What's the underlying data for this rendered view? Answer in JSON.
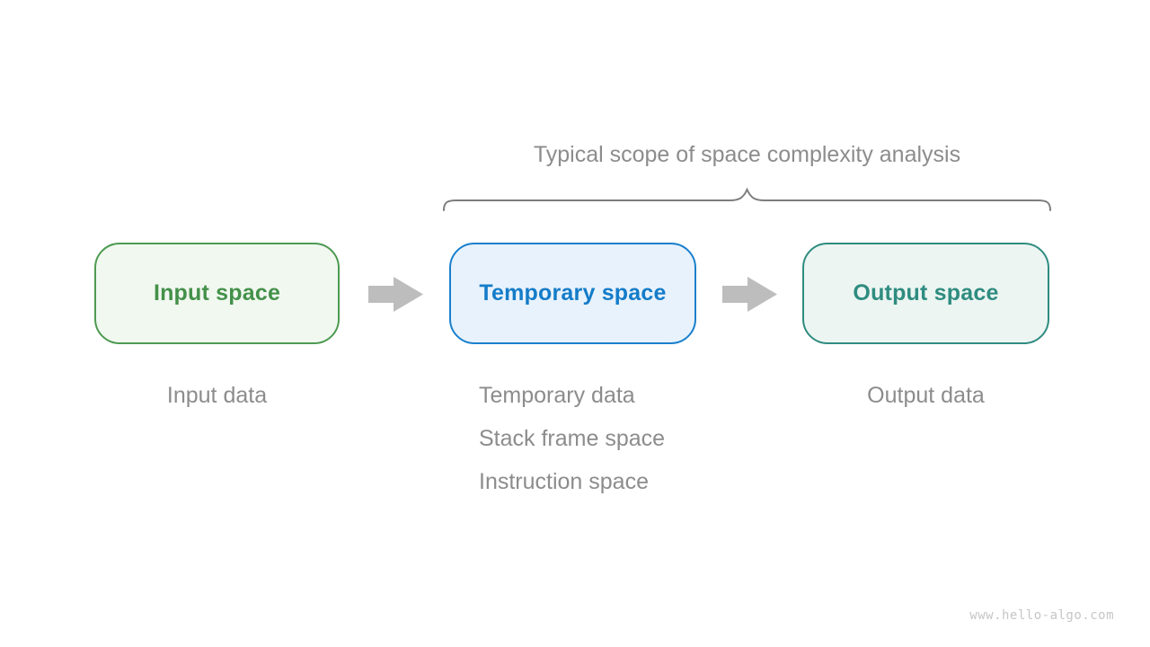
{
  "diagram": {
    "title": "Typical scope of space complexity analysis",
    "boxes": {
      "input": {
        "label": "Input space"
      },
      "temporary": {
        "label": "Temporary space"
      },
      "output": {
        "label": "Output space"
      }
    },
    "notes": {
      "input": "Input data",
      "temporary": {
        "line1": "Temporary data",
        "line2": "Stack frame space",
        "line3": "Instruction space"
      },
      "output": "Output data"
    },
    "watermark": "www.hello-algo.com"
  },
  "colors": {
    "input_border": "#4d9a51",
    "input_fill": "#f1f8f0",
    "input_text": "#44914a",
    "temporary_border": "#1a80cc",
    "temporary_fill": "#e8f2fc",
    "temporary_text": "#147cc8",
    "output_border": "#2f8c80",
    "output_fill": "#ecf5f2",
    "output_text": "#2f8c80",
    "note_gray": "#8c8c8c",
    "arrow_gray": "#bdbdbd",
    "brace_gray": "#7d7d7d",
    "watermark_gray": "#c6c6c6",
    "background": "#ffffff"
  }
}
